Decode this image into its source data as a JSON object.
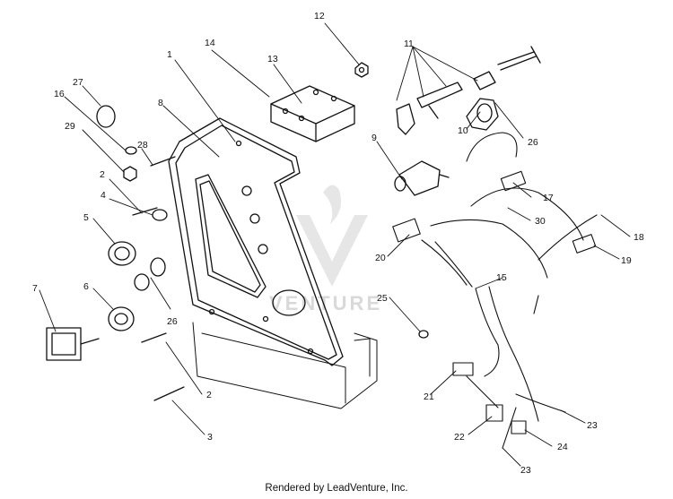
{
  "diagram": {
    "callouts": [
      {
        "id": "c1",
        "text": "1"
      },
      {
        "id": "c2a",
        "text": "2"
      },
      {
        "id": "c2b",
        "text": "2"
      },
      {
        "id": "c3",
        "text": "3"
      },
      {
        "id": "c4",
        "text": "4"
      },
      {
        "id": "c5",
        "text": "5"
      },
      {
        "id": "c6",
        "text": "6"
      },
      {
        "id": "c7",
        "text": "7"
      },
      {
        "id": "c8",
        "text": "8"
      },
      {
        "id": "c9",
        "text": "9"
      },
      {
        "id": "c10",
        "text": "10"
      },
      {
        "id": "c11",
        "text": "11"
      },
      {
        "id": "c12",
        "text": "12"
      },
      {
        "id": "c13",
        "text": "13"
      },
      {
        "id": "c14",
        "text": "14"
      },
      {
        "id": "c15",
        "text": "15"
      },
      {
        "id": "c16",
        "text": "16"
      },
      {
        "id": "c17",
        "text": "17"
      },
      {
        "id": "c18",
        "text": "18"
      },
      {
        "id": "c19",
        "text": "19"
      },
      {
        "id": "c20",
        "text": "20"
      },
      {
        "id": "c21",
        "text": "21"
      },
      {
        "id": "c22",
        "text": "22"
      },
      {
        "id": "c23a",
        "text": "23"
      },
      {
        "id": "c23b",
        "text": "23"
      },
      {
        "id": "c24",
        "text": "24"
      },
      {
        "id": "c25",
        "text": "25"
      },
      {
        "id": "c26a",
        "text": "26"
      },
      {
        "id": "c26b",
        "text": "26"
      },
      {
        "id": "c27",
        "text": "27"
      },
      {
        "id": "c28",
        "text": "28"
      },
      {
        "id": "c29",
        "text": "29"
      },
      {
        "id": "c30",
        "text": "30"
      }
    ],
    "watermark": "VENTURE",
    "footer": "Rendered by LeadVenture, Inc."
  }
}
